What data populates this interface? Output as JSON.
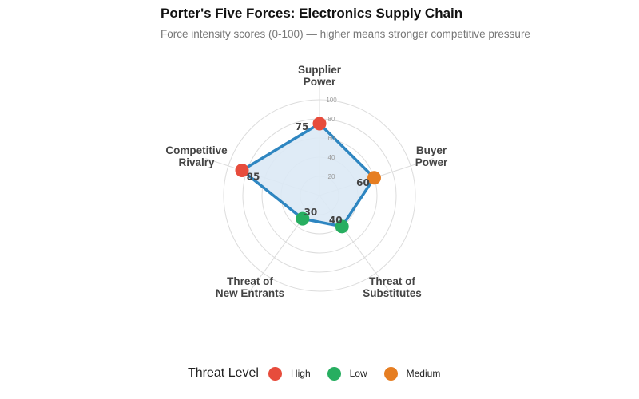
{
  "chart_data": {
    "type": "radar",
    "title": "Porter's Five Forces: Electronics Supply Chain",
    "subtitle": "Force intensity scores (0-100) — higher means stronger competitive pressure",
    "axes": [
      "Supplier\nPower",
      "Buyer\nPower",
      "Threat of\nSubstitutes",
      "Threat of\nNew Entrants",
      "Competitive\nRivalry"
    ],
    "values": [
      75,
      60,
      40,
      30,
      85
    ],
    "threat_levels": [
      "High",
      "Medium",
      "Low",
      "Low",
      "High"
    ],
    "rlim": [
      0,
      100
    ],
    "ticks": [
      20,
      40,
      60,
      80,
      100
    ],
    "grid": true,
    "line_color": "#2e86c1",
    "fill_color": "#dce9f5",
    "level_colors": {
      "High": "#e74c3c",
      "Low": "#27ae60",
      "Medium": "#e67e22"
    },
    "legend": {
      "title": "Threat Level",
      "entries": [
        "High",
        "Low",
        "Medium"
      ],
      "position": "bottom"
    }
  }
}
